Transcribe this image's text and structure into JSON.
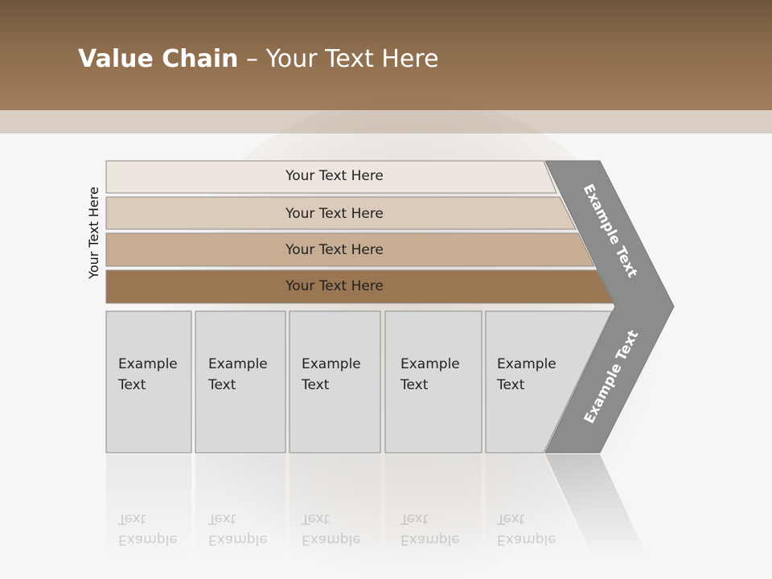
{
  "title": {
    "bold": "Value Chain",
    "rest": " – Your Text Here"
  },
  "side_label": "Your Text Here",
  "bars": [
    {
      "label": "Your Text Here",
      "color": "#ece6de"
    },
    {
      "label": "Your Text Here",
      "color": "#dacbbb"
    },
    {
      "label": "Your Text Here",
      "color": "#c6ad93"
    },
    {
      "label": "Your Text Here",
      "color": "#9a7652"
    }
  ],
  "boxes": [
    {
      "line1": "Example",
      "line2": "Text"
    },
    {
      "line1": "Example",
      "line2": "Text"
    },
    {
      "line1": "Example",
      "line2": "Text"
    },
    {
      "line1": "Example",
      "line2": "Text"
    },
    {
      "line1": "Example",
      "line2": "Text"
    }
  ],
  "chevron": {
    "upper_label": "Example Text",
    "lower_label": "Example Text",
    "color": "#8c8c8c"
  },
  "colors": {
    "header": "#8d6d4d",
    "box_fill": "#d9d9d9"
  }
}
